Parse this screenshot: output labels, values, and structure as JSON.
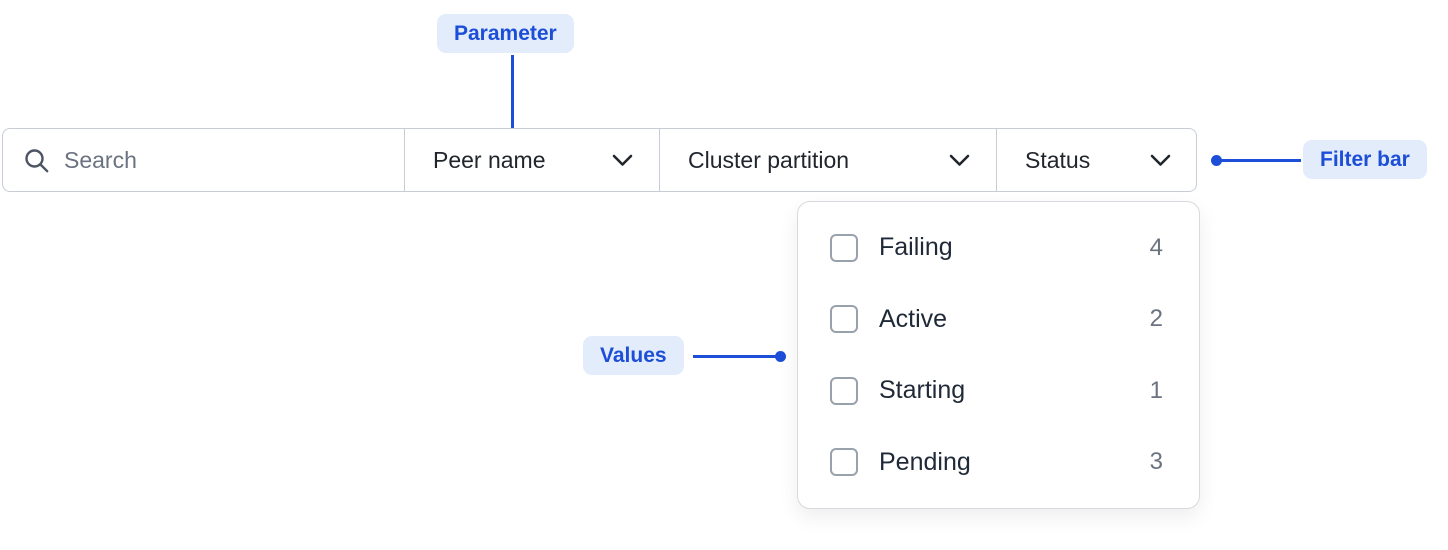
{
  "annotations": {
    "parameter": {
      "label": "Parameter"
    },
    "filter_bar": {
      "label": "Filter bar"
    },
    "values": {
      "label": "Values"
    }
  },
  "filter_bar": {
    "search": {
      "placeholder": "Search",
      "value": ""
    },
    "parameters": [
      {
        "label": "Peer name"
      },
      {
        "label": "Cluster partition"
      },
      {
        "label": "Status"
      }
    ]
  },
  "status_dropdown": {
    "options": [
      {
        "label": "Failing",
        "count": "4",
        "checked": false
      },
      {
        "label": "Active",
        "count": "2",
        "checked": false
      },
      {
        "label": "Starting",
        "count": "1",
        "checked": false
      },
      {
        "label": "Pending",
        "count": "3",
        "checked": false
      }
    ]
  },
  "colors": {
    "accent_blue": "#1d4ed8",
    "badge_background": "#e2ecfb",
    "border_gray": "#c8cdd5",
    "text_dark": "#21262d",
    "text_muted": "#6b7280"
  }
}
